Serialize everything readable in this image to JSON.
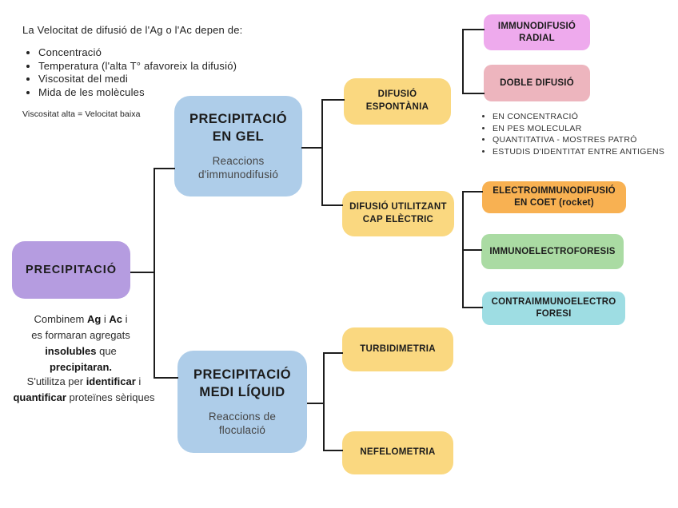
{
  "theme": {
    "background": "#ffffff",
    "line_color": "#1d1d1d"
  },
  "left_notes": {
    "title": "La Velocitat de difusió de l'Ag o l'Ac depen de:",
    "bullets": [
      "Concentració",
      "Temperatura (l'alta T° afavoreix la difusió)",
      "Viscositat del medi",
      "Mida de les molècules"
    ],
    "note": "Viscositat alta = Velocitat baixa"
  },
  "root": {
    "label": "PRECIPITACIÓ",
    "color": "#b59ce0",
    "description": [
      {
        "t": "Combinem "
      },
      {
        "t": "Ag",
        "b": true
      },
      {
        "t": " i "
      },
      {
        "t": "Ac",
        "b": true
      },
      {
        "t": " i\nes formaran agregats\n"
      },
      {
        "t": "insolubles",
        "b": true
      },
      {
        "t": " que\n"
      },
      {
        "t": "precipitaran.",
        "b": true
      }
    ],
    "usage": [
      {
        "t": "S'utilitza per "
      },
      {
        "t": "identificar",
        "b": true
      },
      {
        "t": " i\n"
      },
      {
        "t": "quantificar",
        "b": true
      },
      {
        "t": " proteïnes sèriques"
      }
    ]
  },
  "branches": {
    "gel": {
      "title": "PRECIPITACIÓ\nEN GEL",
      "subtitle": "Reaccions\nd'immunodifusió",
      "color": "#aecde9"
    },
    "liquid": {
      "title": "PRECIPITACIÓ\nMEDI LÍQUID",
      "subtitle": "Reaccions de\nfloculació",
      "color": "#aecde9"
    }
  },
  "gel_children": {
    "espontania": {
      "label": "DIFUSIÓ\nESPONTÀNIA",
      "color": "#fad880"
    },
    "cap_electric": {
      "label": "DIFUSIÓ UTILITZANT\nCAP ELÈCTRIC",
      "color": "#fad880"
    }
  },
  "espontania_children": {
    "radial": {
      "label": "IMMUNODIFUSIÓ\nRADIAL",
      "color": "#eeaaed"
    },
    "doble": {
      "label": "DOBLE DIFUSIÓ",
      "color": "#edb5be"
    },
    "doble_bullets": [
      "EN CONCENTRACIÓ",
      "EN PES MOLECULAR",
      "QUANTITATIVA - MOSTRES PATRÓ",
      "ESTUDIS D'IDENTITAT ENTRE ANTIGENS"
    ]
  },
  "electric_children": {
    "coet": {
      "label": "ELECTROIMMUNODIFUSIÓ\nEN COET (rocket)",
      "color": "#f8b152"
    },
    "immunoelectroforesis": {
      "label": "IMMUNOELECTROFORESIS",
      "color": "#aadba3"
    },
    "contra": {
      "label": "CONTRAIMMUNOELECTRO\nFORESI",
      "color": "#9edde3"
    }
  },
  "liquid_children": {
    "turbidimetria": {
      "label": "TURBIDIMETRIA",
      "color": "#fad880"
    },
    "nefelometria": {
      "label": "NEFELOMETRIA",
      "color": "#fad880"
    }
  }
}
